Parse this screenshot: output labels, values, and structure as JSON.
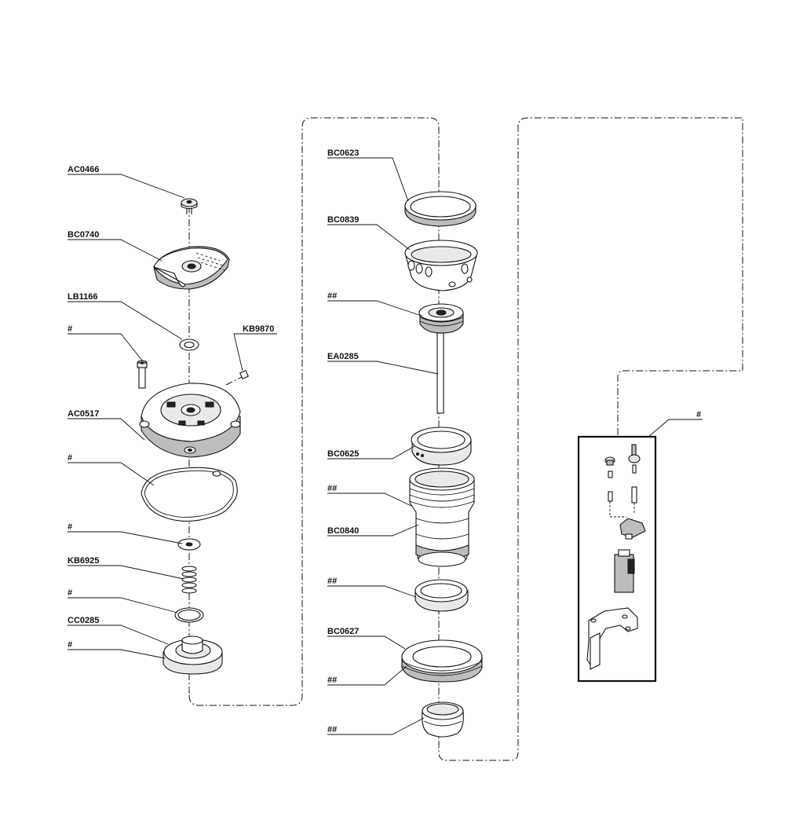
{
  "labels": {
    "ac0466": "AC0466",
    "bc0740": "BC0740",
    "lb1166": "LB1166",
    "hash_bolt": "#",
    "kb9870": "KB9870",
    "ac0517": "AC0517",
    "hash_gasket": "#",
    "hash_washer": "#",
    "kb6925": "KB6925",
    "hash_oring": "#",
    "cc0285": "CC0285",
    "hash_base": "#",
    "bc0623": "BC0623",
    "bc0839": "BC0839",
    "hh_piston": "##",
    "ea0285": "EA0285",
    "bc0625": "BC0625",
    "hh_cylinder": "##",
    "bc0840": "BC0840",
    "hh_ring": "##",
    "bc0627": "BC0627",
    "hh_ring2": "##",
    "hh_cap": "##",
    "hash_kit": "#"
  }
}
